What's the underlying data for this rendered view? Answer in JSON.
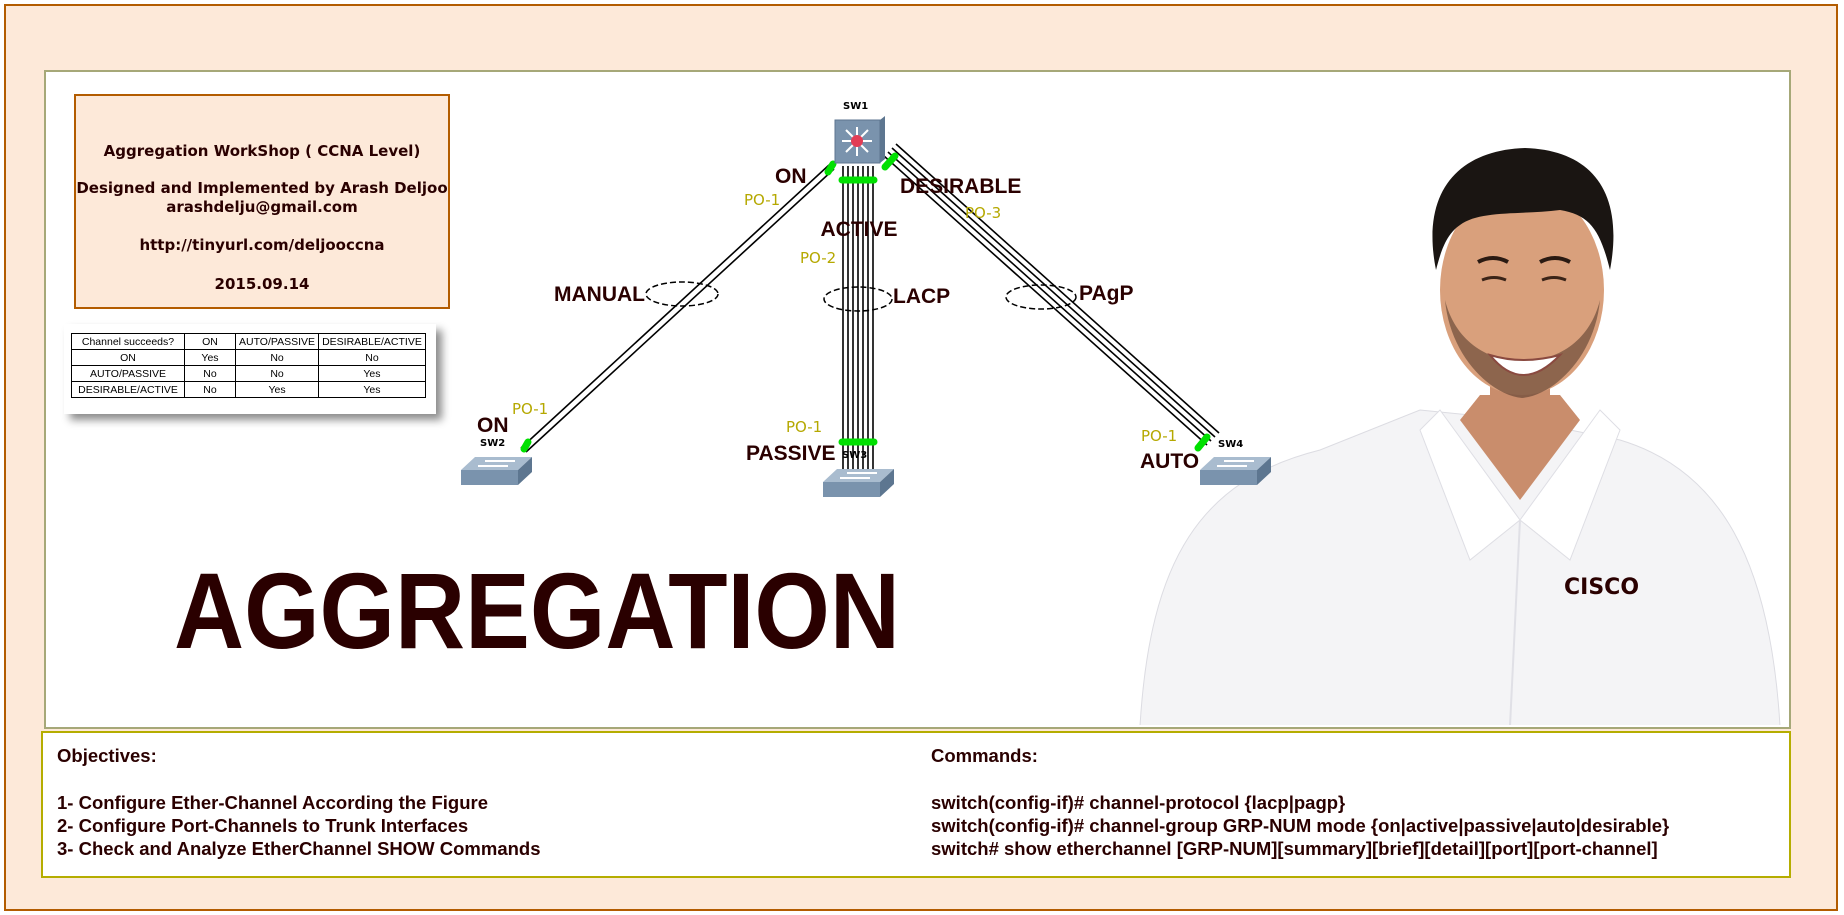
{
  "info_box": {
    "title": "Aggregation WorkShop ( CCNA Level)",
    "author": "Designed and Implemented by Arash Deljoo",
    "email": "arashdelju@gmail.com",
    "url": "http://tinyurl.com/deljooccna",
    "date": "2015.09.14"
  },
  "mode_table": {
    "headers": [
      "Channel succeeds?",
      "ON",
      "AUTO/PASSIVE",
      "DESIRABLE/ACTIVE"
    ],
    "rows": [
      [
        "ON",
        "Yes",
        "No",
        "No"
      ],
      [
        "AUTO/PASSIVE",
        "No",
        "No",
        "Yes"
      ],
      [
        "DESIRABLE/ACTIVE",
        "No",
        "Yes",
        "Yes"
      ]
    ]
  },
  "diagram": {
    "switches": {
      "sw1": "SW1",
      "sw2": "SW2",
      "sw3": "SW3",
      "sw4": "SW4"
    },
    "left_link": {
      "top_mode": "ON",
      "top_po": "PO-1",
      "group": "MANUAL",
      "bottom_po": "PO-1",
      "bottom_mode": "ON"
    },
    "middle_link": {
      "top_mode": "ACTIVE",
      "top_po": "PO-2",
      "group": "LACP",
      "bottom_po": "PO-1",
      "bottom_mode": "PASSIVE"
    },
    "right_link": {
      "top_mode": "DESIRABLE",
      "top_po": "PO-3",
      "group": "PAgP",
      "bottom_po": "PO-1",
      "bottom_mode": "AUTO"
    },
    "colors": {
      "link_up": "#00e000",
      "po_label": "#b5a800",
      "switch": "#7a93ad"
    }
  },
  "headline": "AGGREGATION",
  "shirt_label": "CISCO",
  "objectives": {
    "heading": "Objectives:",
    "items": [
      "1- Configure Ether-Channel According the Figure",
      "2- Configure Port-Channels to Trunk Interfaces",
      "3- Check and Analyze EtherChannel SHOW Commands"
    ]
  },
  "commands": {
    "heading": "Commands:",
    "items": [
      "switch(config-if)# channel-protocol {lacp|pagp}",
      "switch(config-if)# channel-group GRP-NUM mode {on|active|passive|auto|desirable}",
      "switch# show etherchannel [GRP-NUM][summary][brief][detail][port][port-channel]"
    ]
  }
}
